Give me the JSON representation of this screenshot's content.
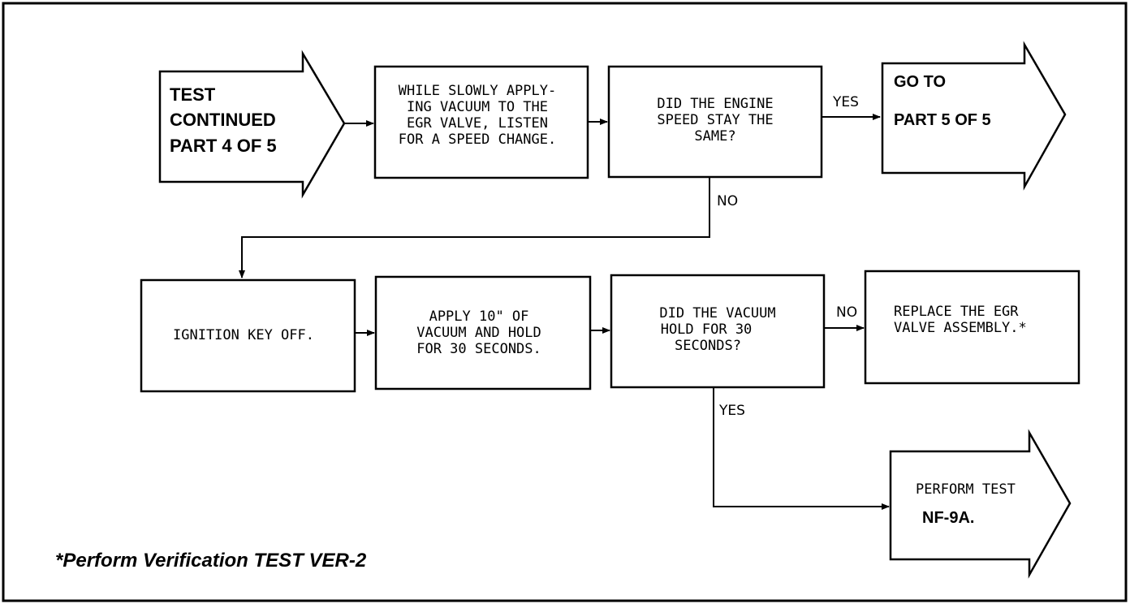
{
  "start": {
    "lines": [
      "TEST",
      "CONTINUED",
      "PART 4 OF 5"
    ]
  },
  "step_listen": {
    "lines": [
      "WHILE SLOWLY APPLY-",
      "ING VACUUM TO THE",
      "EGR VALVE, LISTEN",
      "FOR A SPEED CHANGE."
    ]
  },
  "decision_speed": {
    "lines": [
      "DID THE ENGINE",
      "SPEED STAY THE",
      "SAME?"
    ]
  },
  "goto_part5": {
    "lines": [
      "GO TO",
      "PART 5 OF 5"
    ]
  },
  "step_ignition": {
    "lines": [
      "IGNITION KEY OFF."
    ]
  },
  "step_apply": {
    "lines": [
      "APPLY 10\" OF",
      "VACUUM AND HOLD",
      "FOR 30 SECONDS."
    ]
  },
  "decision_vacuum": {
    "lines": [
      "DID THE VACUUM",
      "HOLD FOR 30",
      "SECONDS?"
    ]
  },
  "replace_egr": {
    "lines": [
      "REPLACE THE EGR",
      "VALVE ASSEMBLY.*"
    ]
  },
  "perform_test": {
    "lines": [
      "PERFORM TEST",
      "NF-9A."
    ]
  },
  "labels": {
    "yes_speed": "YES",
    "no_speed": "NO",
    "no_vacuum": "NO",
    "yes_vacuum": "YES"
  },
  "footnote": "*Perform Verification TEST VER-2"
}
